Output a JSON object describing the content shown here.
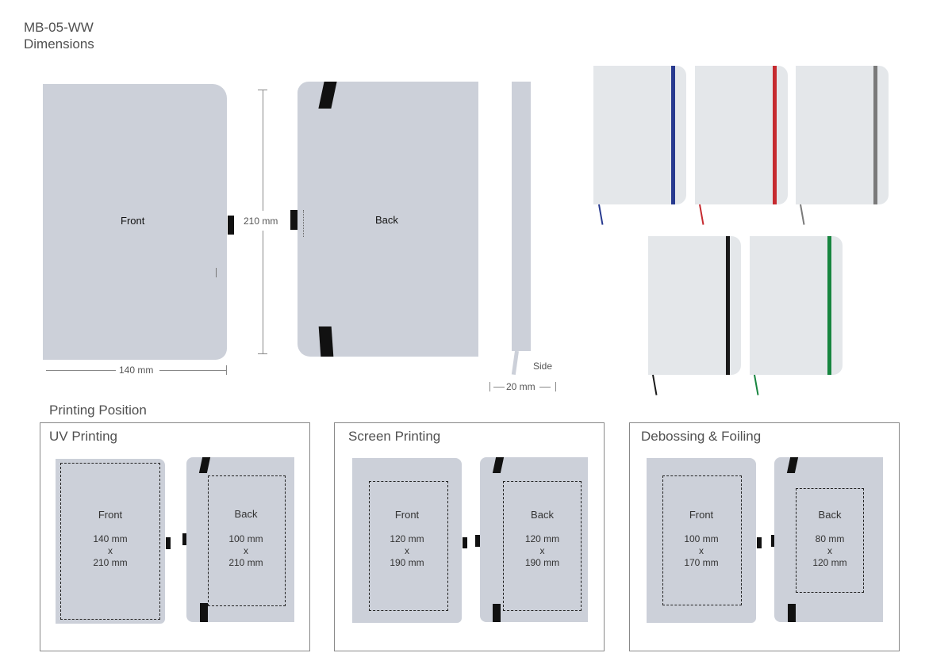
{
  "header": {
    "product_code": "MB-05-WW",
    "subtitle": "Dimensions"
  },
  "dimensions": {
    "front_label": "Front",
    "back_label": "Back",
    "side_label": "Side",
    "width": "140 mm",
    "height": "210 mm",
    "thickness": "20 mm"
  },
  "color_options": [
    {
      "name": "blue",
      "hex": "#283a8f"
    },
    {
      "name": "red",
      "hex": "#c62a2f"
    },
    {
      "name": "grey",
      "hex": "#7a7a7a"
    },
    {
      "name": "black",
      "hex": "#1a1a1a"
    },
    {
      "name": "green",
      "hex": "#17853f"
    }
  ],
  "printing": {
    "section_title": "Printing Position",
    "methods": [
      {
        "name": "UV Printing",
        "front": {
          "label": "Front",
          "w": "140 mm",
          "x": "x",
          "h": "210 mm"
        },
        "back": {
          "label": "Back",
          "w": "100 mm",
          "x": "x",
          "h": "210 mm"
        }
      },
      {
        "name": "Screen Printing",
        "front": {
          "label": "Front",
          "w": "120 mm",
          "x": "x",
          "h": "190 mm"
        },
        "back": {
          "label": "Back",
          "w": "120 mm",
          "x": "x",
          "h": "190 mm"
        }
      },
      {
        "name": "Debossing & Foiling",
        "front": {
          "label": "Front",
          "w": "100 mm",
          "x": "x",
          "h": "170 mm"
        },
        "back": {
          "label": "Back",
          "w": "80 mm",
          "x": "x",
          "h": "120 mm"
        }
      }
    ]
  }
}
